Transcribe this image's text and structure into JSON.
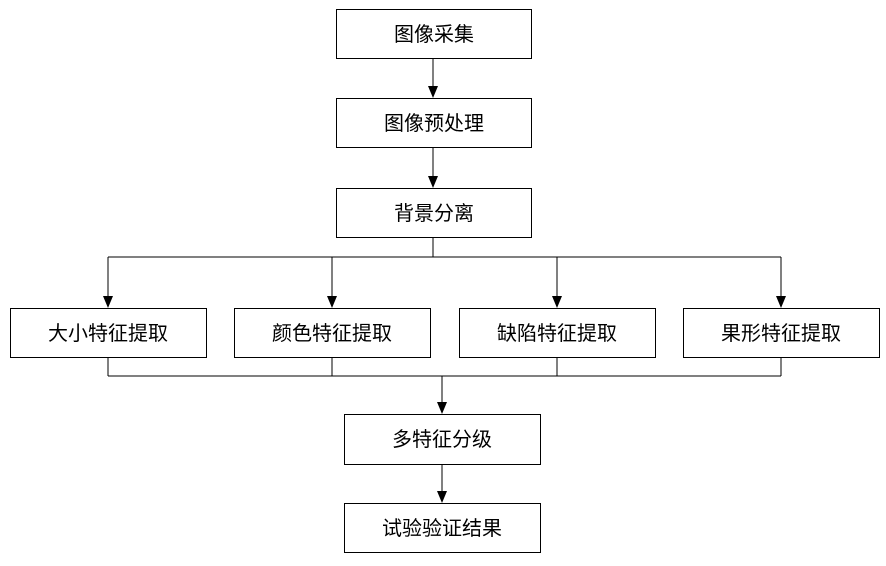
{
  "nodes": {
    "capture": "图像采集",
    "preprocess": "图像预处理",
    "background": "背景分离",
    "size": "大小特征提取",
    "color": "颜色特征提取",
    "defect": "缺陷特征提取",
    "shape": "果形特征提取",
    "grading": "多特征分级",
    "result": "试验验证结果"
  },
  "colors": {
    "stroke": "#000000",
    "fill": "#ffffff",
    "text": "#000000"
  }
}
